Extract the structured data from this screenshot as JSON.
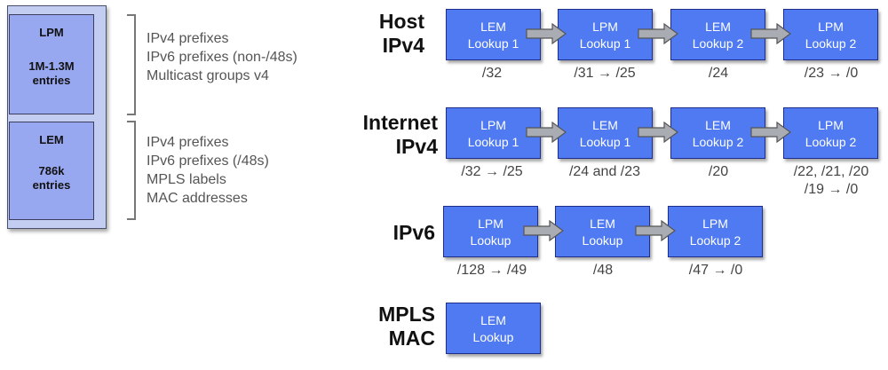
{
  "memory": {
    "lpm": {
      "name": "LPM",
      "capacity_line1": "1M-1.3M",
      "capacity_line2": "entries"
    },
    "lem": {
      "name": "LEM",
      "capacity_line1": "786k",
      "capacity_line2": "entries"
    }
  },
  "lpm_contents": [
    "IPv4 prefixes",
    "IPv6 prefixes (non-/48s)",
    "Multicast groups v4"
  ],
  "lem_contents": [
    "IPv4 prefixes",
    "IPv6 prefixes (/48s)",
    "MPLS labels",
    "MAC addresses"
  ],
  "pipelines": [
    {
      "label_line1": "Host",
      "label_line2": "IPv4",
      "stages": [
        {
          "line1": "LEM",
          "line2": "Lookup 1",
          "prefix": "/32"
        },
        {
          "line1": "LPM",
          "line2": "Lookup 1",
          "prefix": "/31 → /25"
        },
        {
          "line1": "LEM",
          "line2": "Lookup 2",
          "prefix": "/24"
        },
        {
          "line1": "LPM",
          "line2": "Lookup 2",
          "prefix": "/23 → /0"
        }
      ]
    },
    {
      "label_line1": "Internet",
      "label_line2": "IPv4",
      "stages": [
        {
          "line1": "LPM",
          "line2": "Lookup 1",
          "prefix": "/32 → /25"
        },
        {
          "line1": "LEM",
          "line2": "Lookup 1",
          "prefix": "/24 and /23"
        },
        {
          "line1": "LEM",
          "line2": "Lookup 2",
          "prefix": "/20"
        },
        {
          "line1": "LPM",
          "line2": "Lookup 2",
          "prefix": "/22, /21, /20",
          "prefix2": "/19 → /0"
        }
      ]
    },
    {
      "label_line1": "IPv6",
      "label_line2": "",
      "stages": [
        {
          "line1": "LPM",
          "line2": "Lookup",
          "prefix": "/128 → /49"
        },
        {
          "line1": "LEM",
          "line2": "Lookup",
          "prefix": "/48"
        },
        {
          "line1": "LPM",
          "line2": "Lookup 2",
          "prefix": "/47 → /0"
        }
      ]
    },
    {
      "label_line1": "MPLS",
      "label_line2": "MAC",
      "stages": [
        {
          "line1": "LEM",
          "line2": "Lookup",
          "prefix": ""
        }
      ]
    }
  ]
}
